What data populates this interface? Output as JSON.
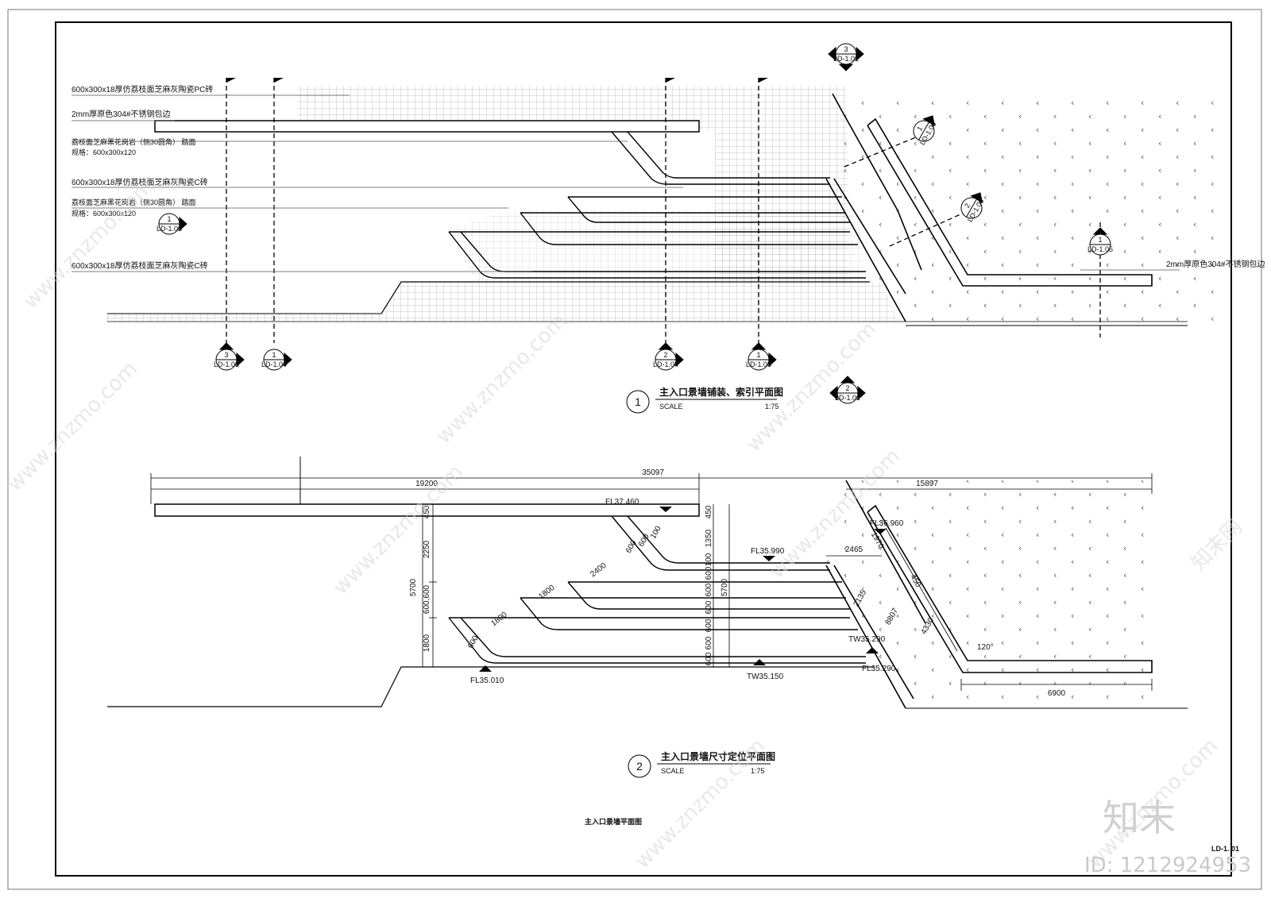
{
  "drawing": {
    "sheet_number": "LD-1. 01",
    "sheet_title_block": "主入口景墙平面图"
  },
  "plan1": {
    "title": "主入口景墙铺装、索引平面图",
    "number": "1",
    "scale_label": "SCALE",
    "scale_value": "1:75",
    "materials": {
      "m1": "600x300x18厚仿荔枝面芝麻灰陶瓷PC砖",
      "m2": "2mm厚原色304#不锈钢包边",
      "m3": "荔枝面芝麻黑花岗岩（侧30圆角） 踏面",
      "m3b": "规格：600x300x120",
      "m4": "600x300x18厚仿荔枝面芝麻灰陶瓷C砖",
      "m5": "荔枝面芝麻黑花岗岩（侧30圆角） 踏面",
      "m5b": "规格：600x300x120",
      "m6": "600x300x18厚仿荔枝面芝麻灰陶瓷C砖",
      "m7": "2mm厚原色304#不锈钢包边"
    },
    "callouts": [
      {
        "n": "3",
        "ref": "LD-1.03"
      },
      {
        "n": "1",
        "ref": "LD-1.04"
      },
      {
        "n": "2",
        "ref": "LD-1.04"
      },
      {
        "n": "1",
        "ref": "LD-1.05"
      },
      {
        "n": "3",
        "ref": "LD-1.02"
      },
      {
        "n": "2",
        "ref": "LD-1.02"
      },
      {
        "n": "1",
        "ref": "LD-1.03"
      },
      {
        "n": "1",
        "ref": "LD-1.06"
      },
      {
        "n": "2",
        "ref": "LD-1.06"
      },
      {
        "n": "1",
        "ref": "LD-1.05"
      }
    ]
  },
  "plan2": {
    "title": "主入口景墙尺寸定位平面图",
    "number": "2",
    "scale_label": "SCALE",
    "scale_value": "1:75",
    "dims": {
      "total": "35097",
      "left": "19200",
      "right": "15897",
      "d450a": "450",
      "d2250": "2250",
      "d600_600": "600,600",
      "d1800v": "1800",
      "d5700": "5700",
      "d1350": "1350",
      "d5700b": "5700",
      "d450b": "450",
      "d100": "100",
      "d600": "600",
      "d2400": "2400",
      "d1800a": "1800",
      "d1800b": "1800",
      "d600b": "600",
      "d600c": "600",
      "d100b": "100",
      "d2465": "2465",
      "d1970": "1970",
      "d450c": "450",
      "d2135": "2135",
      "d8807": "8807",
      "d4330": "4330",
      "d6900": "6900",
      "angle": "120°"
    },
    "levels": {
      "fl1": "FL37.460",
      "fl2": "FL36.960",
      "fl3": "FL35.990",
      "tw1": "TW35.290",
      "fl4": "FL35.290",
      "tw2": "TW35.150",
      "fl5": "FL35.010"
    }
  },
  "watermarks": {
    "site": "www.znzmo.com",
    "brand": "知末网",
    "logo": "知末",
    "id": "ID: 1212924953"
  }
}
